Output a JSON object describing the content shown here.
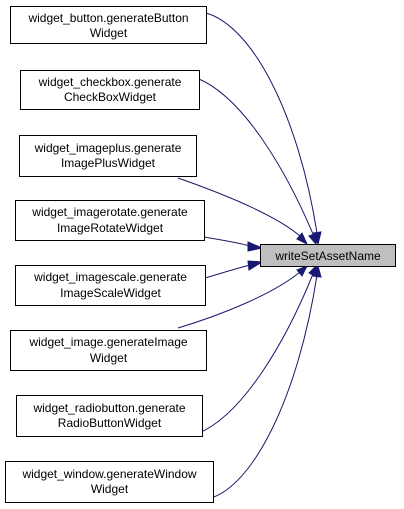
{
  "diagram": {
    "type": "caller-graph",
    "target": {
      "label": "writeSetAssetName"
    },
    "callers": [
      {
        "line1": "widget_button.generateButton",
        "line2": "Widget"
      },
      {
        "line1": "widget_checkbox.generate",
        "line2": "CheckBoxWidget"
      },
      {
        "line1": "widget_imageplus.generate",
        "line2": "ImagePlusWidget"
      },
      {
        "line1": "widget_imagerotate.generate",
        "line2": "ImageRotateWidget"
      },
      {
        "line1": "widget_imagescale.generate",
        "line2": "ImageScaleWidget"
      },
      {
        "line1": "widget_image.generateImage",
        "line2": "Widget"
      },
      {
        "line1": "widget_radiobutton.generate",
        "line2": "RadioButtonWidget"
      },
      {
        "line1": "widget_window.generateWindow",
        "line2": "Widget"
      }
    ],
    "colors": {
      "edge": "#191970",
      "target_fill": "#bfbfbf",
      "node_fill": "#ffffff",
      "border": "#000000"
    }
  }
}
